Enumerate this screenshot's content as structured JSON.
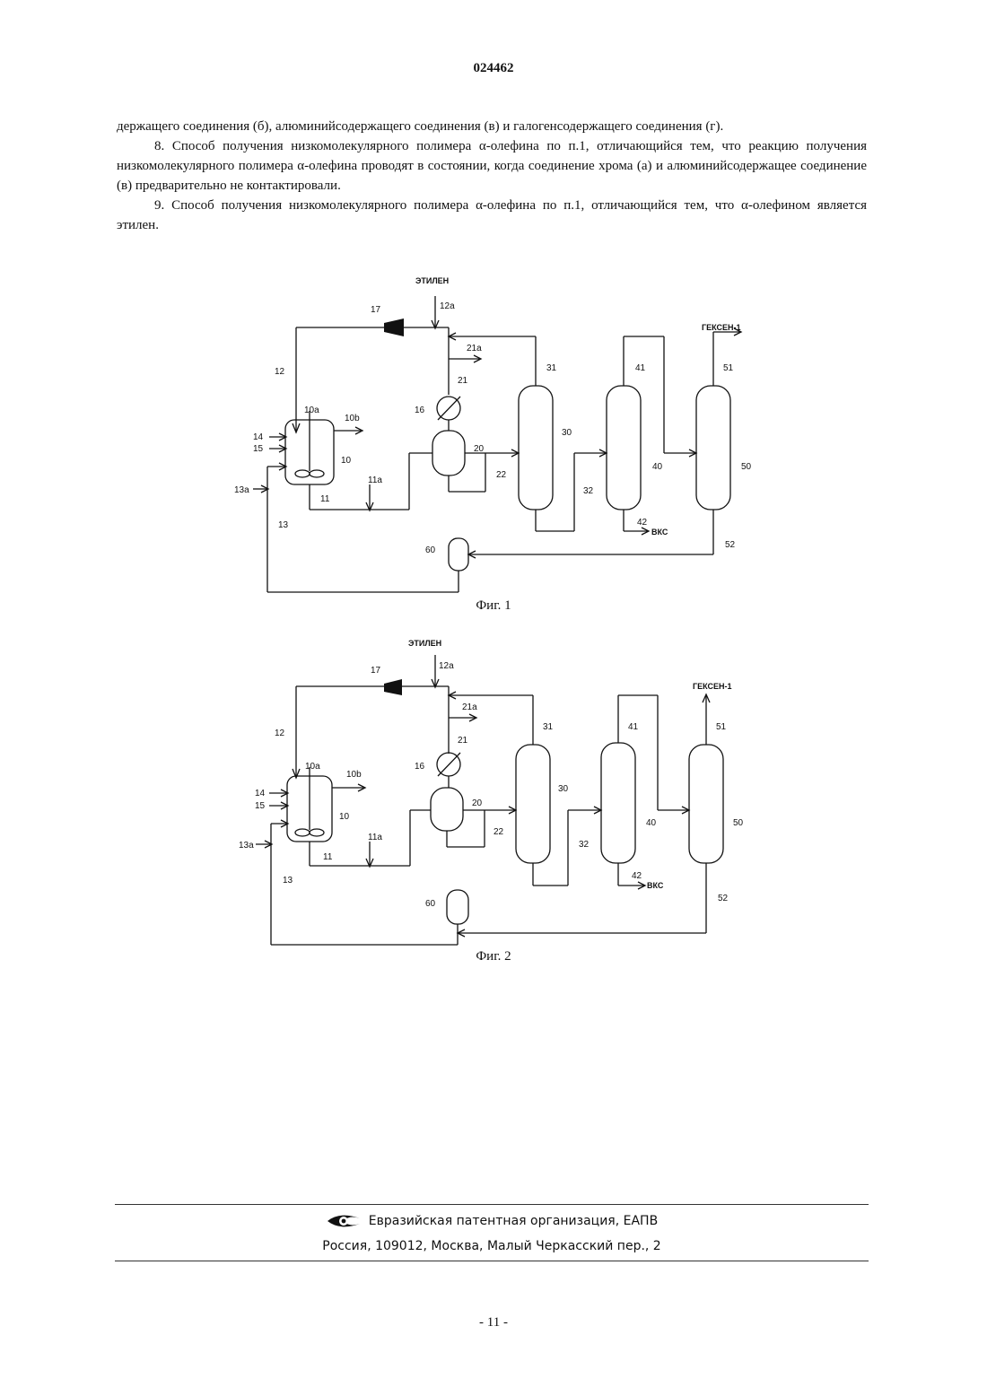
{
  "header": {
    "doc_number": "024462"
  },
  "body": {
    "p1": "держащего соединения (б), алюминийсодержащего соединения (в) и галогенсодержащего соединения (г).",
    "p2": "8. Способ получения низкомолекулярного полимера α-олефина по п.1, отличающийся тем, что реакцию получения низкомолекулярного полимера α-олефина проводят в состоянии, когда соединение хрома (а) и алюминийсодержащее соединение (в) предварительно не контактировали.",
    "p3": "9. Способ получения низкомолекулярного полимера α-олефина по п.1, отличающийся тем, что α-олефином является этилен."
  },
  "figures": [
    {
      "caption": "Фиг. 1",
      "labels": {
        "ethylene": "ЭТИЛЕН",
        "hexene": "ГЕКСЕН-1",
        "vks": "ВКС",
        "s12a": "12a",
        "s17": "17",
        "s12": "12",
        "s21a": "21a",
        "s21": "21",
        "s31": "31",
        "s41": "41",
        "s51": "51",
        "s16": "16",
        "s10a": "10a",
        "s10b": "10b",
        "s14": "14",
        "s15": "15",
        "s10": "10",
        "s20": "20",
        "s30": "30",
        "s40": "40",
        "s50": "50",
        "s22": "22",
        "s11a": "11a",
        "s11": "11",
        "s13a": "13a",
        "s13": "13",
        "s32": "32",
        "s42": "42",
        "s60": "60",
        "s52": "52"
      }
    },
    {
      "caption": "Фиг. 2",
      "labels": {
        "ethylene": "ЭТИЛЕН",
        "hexene": "ГЕКСЕН-1",
        "vks": "ВКС",
        "s12a": "12a",
        "s17": "17",
        "s12": "12",
        "s21a": "21a",
        "s21": "21",
        "s31": "31",
        "s41": "41",
        "s51": "51",
        "s16": "16",
        "s10a": "10a",
        "s10b": "10b",
        "s14": "14",
        "s15": "15",
        "s10": "10",
        "s20": "20",
        "s30": "30",
        "s40": "40",
        "s50": "50",
        "s22": "22",
        "s11a": "11a",
        "s11": "11",
        "s13a": "13a",
        "s13": "13",
        "s32": "32",
        "s42": "42",
        "s60": "60",
        "s52": "52"
      }
    }
  ],
  "footer": {
    "org": "Евразийская патентная организация, ЕАПВ",
    "address": "Россия, 109012, Москва, Малый Черкасский пер., 2"
  },
  "page_number": "- 11 -"
}
